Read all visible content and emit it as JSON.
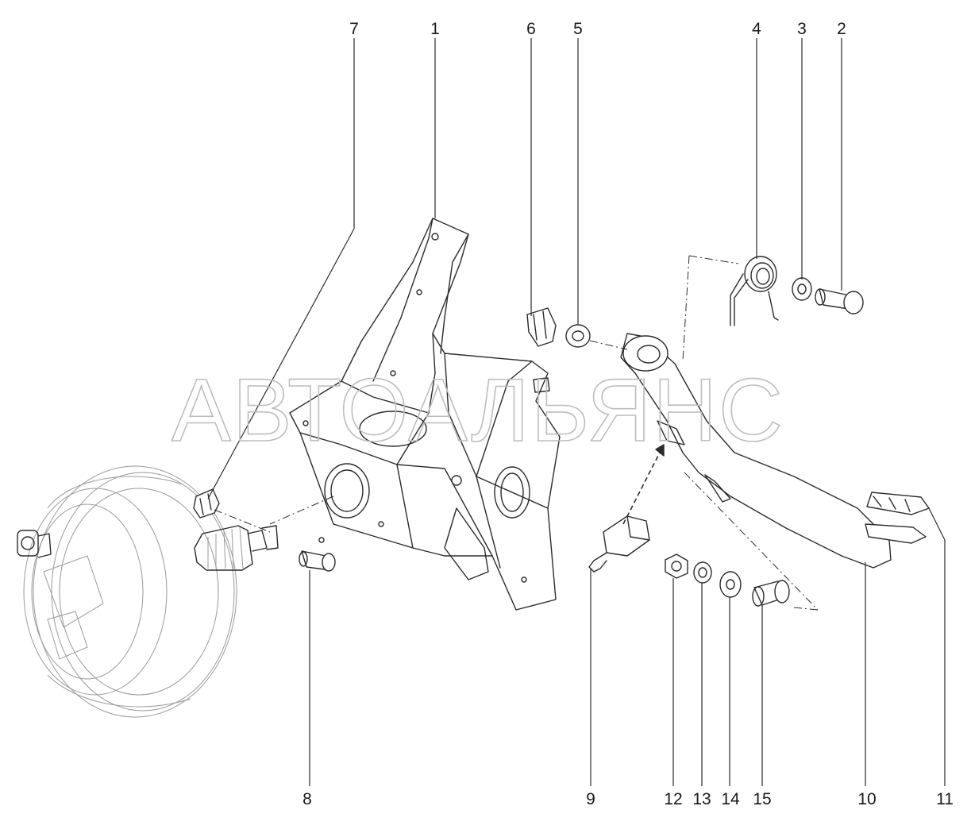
{
  "watermark": "АВТОАЛЬЯНС",
  "callouts": [
    {
      "id": "c1",
      "label": "1"
    },
    {
      "id": "c2",
      "label": "2"
    },
    {
      "id": "c3",
      "label": "3"
    },
    {
      "id": "c4",
      "label": "4"
    },
    {
      "id": "c5",
      "label": "5"
    },
    {
      "id": "c6",
      "label": "6"
    },
    {
      "id": "c7",
      "label": "7"
    },
    {
      "id": "c8",
      "label": "8"
    },
    {
      "id": "c9",
      "label": "9"
    },
    {
      "id": "c10",
      "label": "10"
    },
    {
      "id": "c11",
      "label": "11"
    },
    {
      "id": "c12",
      "label": "12"
    },
    {
      "id": "c13",
      "label": "13"
    },
    {
      "id": "c14",
      "label": "14"
    },
    {
      "id": "c15",
      "label": "15"
    }
  ],
  "colors": {
    "line": "#2b2b2b",
    "watermark": "#bdbdbd",
    "background": "#ffffff"
  }
}
